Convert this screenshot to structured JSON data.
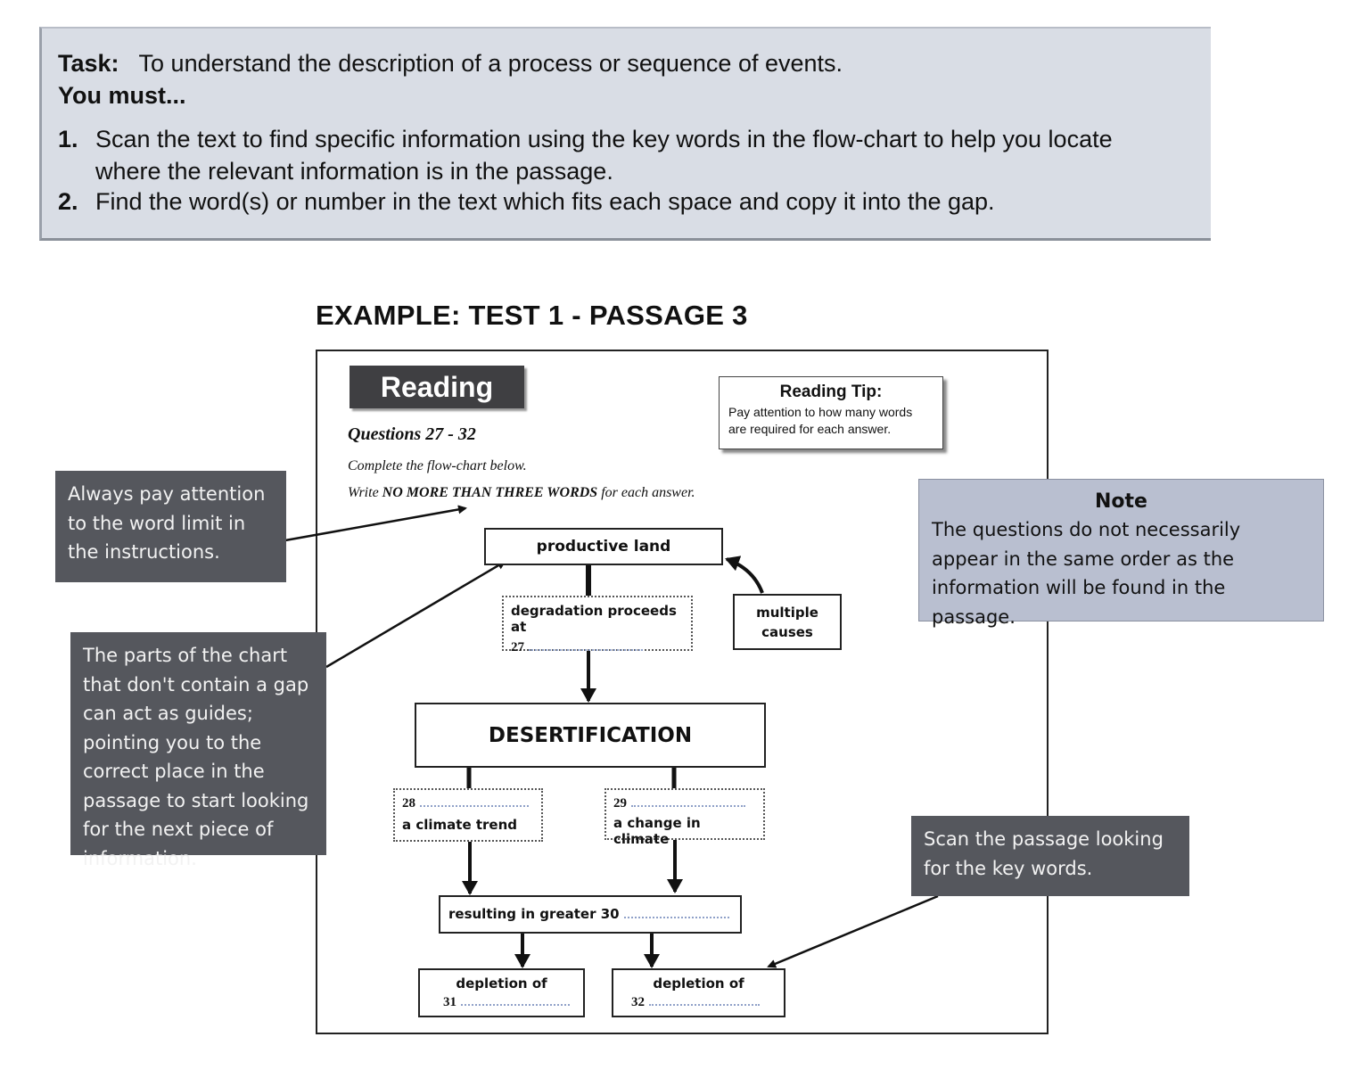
{
  "task": {
    "label": "Task:",
    "text": "To understand the description of a process or sequence of events.",
    "must": "You must...",
    "steps": [
      {
        "num": "1.",
        "text": "Scan the text to find specific information using the key words in the flow-chart to help you locate where the relevant information is in the passage."
      },
      {
        "num": "2.",
        "text": "Find the word(s) or number in the text which fits each space and copy it into the gap."
      }
    ]
  },
  "example_title": "EXAMPLE: TEST 1 - PASSAGE 3",
  "reading": {
    "badge": "Reading",
    "tip_title": "Reading Tip:",
    "tip_body": "Pay attention to how many words are required for each answer.",
    "questions_head": "Questions 27 - 32",
    "instruction1": "Complete the flow-chart below.",
    "instruction2_pre": "Write ",
    "instruction2_bold": "NO MORE THAN THREE WORDS",
    "instruction2_post": " for each answer."
  },
  "flow": {
    "productive_land": "productive land",
    "degradation": "degradation proceeds at",
    "q27": "27",
    "multiple_causes": "multiple causes",
    "desertification": "DESERTIFICATION",
    "q28": "28",
    "climate_trend": "a climate trend",
    "q29": "29",
    "change_climate": "a change in climate",
    "resulting": "resulting in greater 30",
    "depletion_left": "depletion of",
    "q31": "31",
    "depletion_right": "depletion of",
    "q32": "32"
  },
  "callouts": {
    "word_limit": "Always pay attention to the word limit in the instructions.",
    "guides": "The parts of the chart that don't contain a gap can act as guides; pointing you to the correct place in the passage to start looking for the next piece of information.",
    "scan": "Scan the passage looking for the key words.",
    "note_title": "Note",
    "note_body": "The questions do not necessarily appear in the same order as the information will be found in the passage."
  }
}
